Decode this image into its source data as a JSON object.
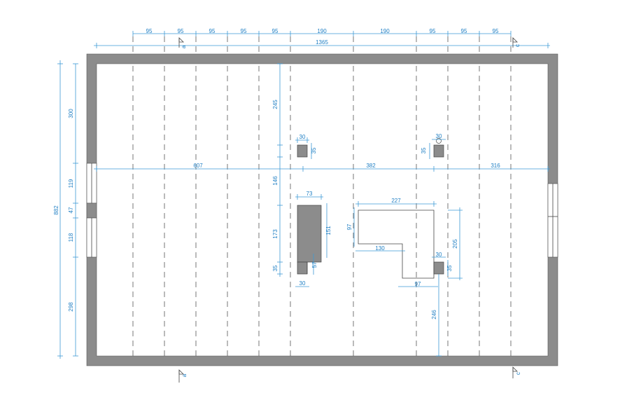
{
  "top_dims": [
    "95",
    "95",
    "95",
    "95",
    "95",
    "190",
    "190",
    "95",
    "95",
    "95"
  ],
  "top_total": "1365",
  "left_dims": [
    "300",
    "119",
    "47",
    "118",
    "298"
  ],
  "left_total": "882",
  "row_dims": [
    "607",
    "382",
    "316"
  ],
  "section_marks": {
    "a": "a",
    "c": "c"
  },
  "inner_dims": {
    "d245": "245",
    "d146": "146",
    "d173": "173",
    "d35_left": "35",
    "d30_col1": "30",
    "d35_col1": "35",
    "d30_col2": "30",
    "d35_col2": "35",
    "d73": "73",
    "d151": "151",
    "d57": "57",
    "d30_chimney": "30",
    "d227": "227",
    "d97_left": "97",
    "d130": "130",
    "d97_bottom": "97",
    "d205": "205",
    "d30_col3": "30",
    "d35_col3": "35",
    "d246": "246"
  },
  "colors": {
    "dimension": "#1f7fc4",
    "wall": "#8c8c8c"
  }
}
